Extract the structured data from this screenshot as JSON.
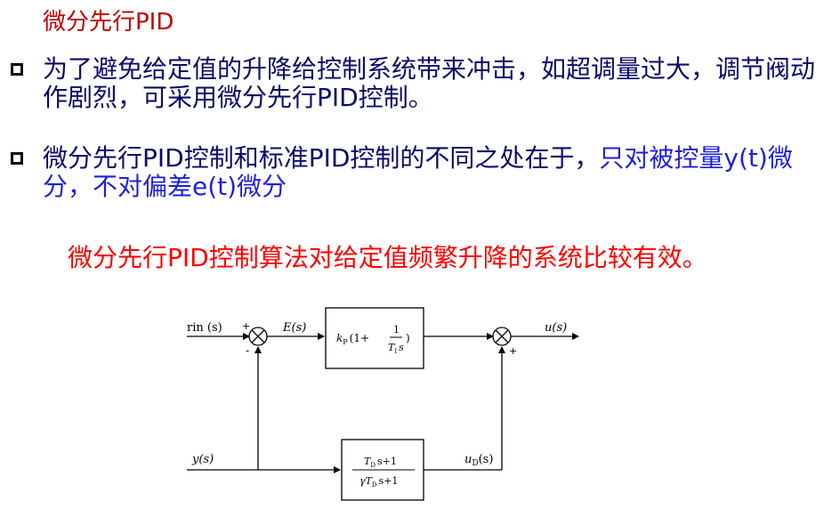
{
  "slide": {
    "title": "微分先行PID",
    "bullets": [
      {
        "text": "为了避免给定值的升降给控制系统带来冲击，如超调量过大，调节阀动作剧烈，可采用微分先行PID控制。"
      },
      {
        "text": "微分先行PID控制和标准PID控制的不同之处在于，",
        "highlight": "只对被控量y(t)微分，不对偏差e(t)微分"
      }
    ],
    "note": "微分先行PID控制算法对给定值频繁升降的系统比较有效。"
  },
  "diagram": {
    "rin_label": "rin (s)",
    "e_label": "E(s)",
    "u_label": "u(s)",
    "y_label": "y(s)",
    "ud_label": "u",
    "ud_sub": "D",
    "ud_tail": "(s)",
    "plus1": "+",
    "minus1": "-",
    "plus2": "+",
    "pi_kp": "k",
    "pi_kp_sub": "P",
    "pi_open": "(1+",
    "pi_num": "1",
    "pi_den": "T",
    "pi_den_sub": "I",
    "pi_den_s": "s",
    "pi_close": ")",
    "d_num_T": "T",
    "d_num_sub": "D",
    "d_num_rest": "s+1",
    "d_den_gamma": "γT",
    "d_den_sub": "D",
    "d_den_rest": "s+1"
  },
  "colors": {
    "title": "#c00000",
    "body": "#0a0a6a",
    "highlight": "#1f1fe0",
    "note": "#ff0000"
  },
  "icons": [
    "square-bullet-icon",
    "summing-junction-icon",
    "arrow-icon"
  ]
}
